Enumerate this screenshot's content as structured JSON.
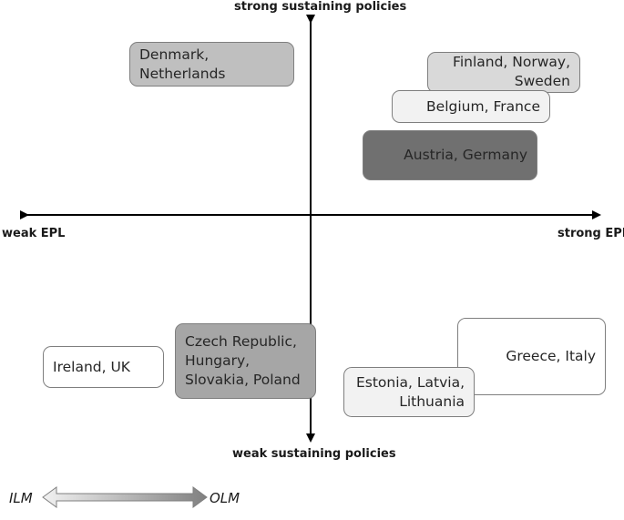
{
  "axes": {
    "top": "strong sustaining policies",
    "bottom": "weak sustaining policies",
    "left": "weak EPL",
    "right": "strong EPL"
  },
  "groups": [
    {
      "id": "denmark",
      "lines": [
        "Denmark,",
        "Netherlands"
      ],
      "fill": "#bfbfbf",
      "align": "left"
    },
    {
      "id": "nordic",
      "lines": [
        "Finland, Norway,",
        "Sweden"
      ],
      "fill": "#d9d9d9",
      "align": "right"
    },
    {
      "id": "belgium",
      "lines": [
        "Belgium, France"
      ],
      "fill": "#f2f2f2",
      "align": "right"
    },
    {
      "id": "austria",
      "lines": [
        "Austria, Germany"
      ],
      "fill": "#707070",
      "align": "right"
    },
    {
      "id": "ireland",
      "lines": [
        "Ireland, UK"
      ],
      "fill": "#ffffff",
      "align": "left"
    },
    {
      "id": "cee",
      "lines": [
        "Czech Republic,",
        "Hungary,",
        "Slovakia, Poland"
      ],
      "fill": "#a6a6a6",
      "align": "left"
    },
    {
      "id": "greece",
      "lines": [
        "Greece, Italy"
      ],
      "fill": "#ffffff",
      "align": "right"
    },
    {
      "id": "baltics",
      "lines": [
        "Estonia, Latvia,",
        "Lithuania"
      ],
      "fill": "#f2f2f2",
      "align": "right"
    }
  ],
  "legend": {
    "left": "ILM",
    "right": "OLM",
    "colors": {
      "arrow_light": "#f2f2f2",
      "arrow_dark": "#808080"
    }
  }
}
